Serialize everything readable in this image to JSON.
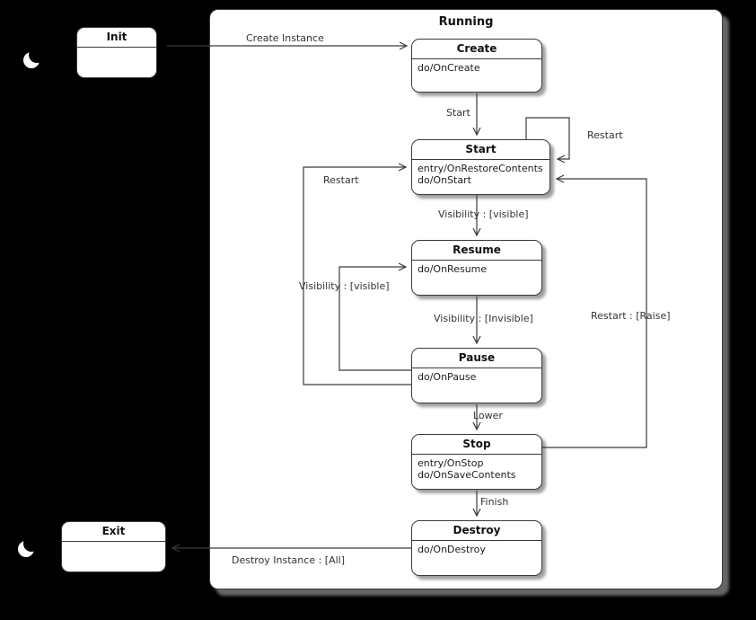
{
  "canvas": {
    "background_color": "#000000",
    "node_fill_color": "#ffffff",
    "line_color": "#3a3a3a"
  },
  "composite": {
    "title": "Running"
  },
  "icons": {
    "init_marker": "crescent-moon-icon",
    "exit_marker": "crescent-moon-icon"
  },
  "outer": {
    "init": {
      "title": "Init"
    },
    "exit": {
      "title": "Exit"
    }
  },
  "states": {
    "create": {
      "title": "Create",
      "lines": [
        "do/OnCreate"
      ]
    },
    "start": {
      "title": "Start",
      "lines": [
        "entry/OnRestoreContents",
        "do/OnStart"
      ]
    },
    "resume": {
      "title": "Resume",
      "lines": [
        "do/OnResume"
      ]
    },
    "pause": {
      "title": "Pause",
      "lines": [
        "do/OnPause"
      ]
    },
    "stop": {
      "title": "Stop",
      "lines": [
        "entry/OnStop",
        "do/OnSaveContents"
      ]
    },
    "destroy": {
      "title": "Destroy",
      "lines": [
        "do/OnDestroy"
      ]
    }
  },
  "transitions": {
    "create_instance": "Create Instance",
    "start": "Start",
    "restart_self": "Restart",
    "visibility_visible": "Visibility : [visible]",
    "visibility_invisible": "Visibility : [Invisible]",
    "visibility_visible_loop": "Visibility : [visible]",
    "restart_left": "Restart",
    "lower": "Lower",
    "restart_raise": "Restart : [Raise]",
    "finish": "Finish",
    "destroy_instance": "Destroy Instance : [All]"
  }
}
